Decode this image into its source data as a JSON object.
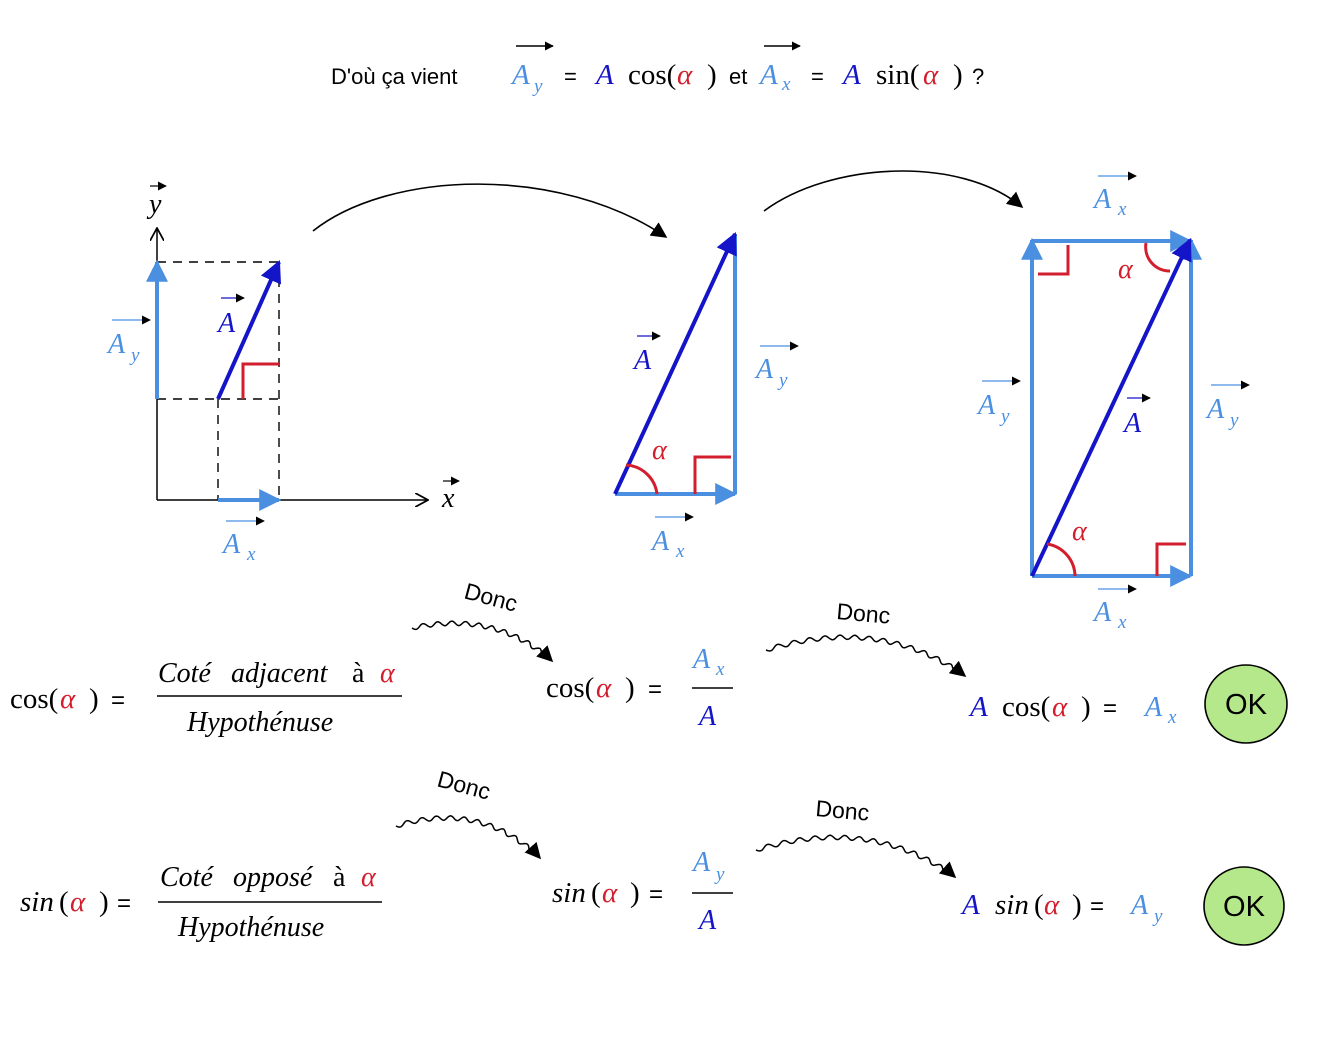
{
  "colors": {
    "light_blue": "#4a8fe0",
    "dark_blue": "#1414c8",
    "red": "#d21e2d",
    "black": "#000000",
    "ok_fill": "#b5e88a"
  },
  "title": {
    "prefix": "D'où ça vient",
    "ay_base": "A",
    "ay_sub": "y",
    "equals": "=",
    "big_a": "A",
    "cos_fn": "cos(",
    "alpha": "α",
    "close_paren": ")",
    "et": "et",
    "ax_base": "A",
    "ax_sub": "x",
    "sin_fn": "sin(",
    "question": "?"
  },
  "labels": {
    "axis_y": "y",
    "axis_x": "x",
    "vec_a": "A",
    "comp_base": "A",
    "sub_x": "x",
    "sub_y": "y",
    "alpha": "α"
  },
  "connectors": {
    "donc": "Donc"
  },
  "cos_row": {
    "lhs_fn": "cos(",
    "alpha": "α",
    "close": ")",
    "equals": "=",
    "numerator_word1": "Coté",
    "numerator_word2": "adjacent",
    "numerator_a": "à",
    "denominator": "Hypothénuse",
    "mid_num_base": "A",
    "mid_num_sub": "x",
    "mid_den": "A",
    "result_a": "A",
    "result_base": "A",
    "result_sub": "x",
    "ok": "OK"
  },
  "sin_row": {
    "lhs_fn": "sin",
    "alpha": "α",
    "open": "(",
    "close": ")",
    "equals": "=",
    "numerator_word1": "Coté",
    "numerator_word2": "opposé",
    "numerator_a": "à",
    "denominator": "Hypothénuse",
    "mid_num_base": "A",
    "mid_num_sub": "y",
    "mid_den": "A",
    "result_a": "A",
    "result_base": "A",
    "result_sub": "y",
    "ok": "OK"
  }
}
